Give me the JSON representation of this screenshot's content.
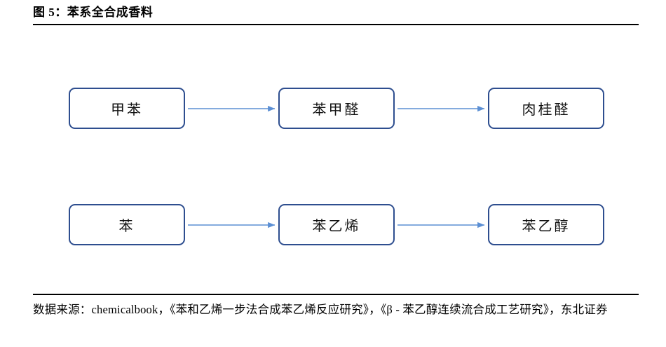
{
  "header": {
    "title": "图 5：苯系全合成香料"
  },
  "colors": {
    "node_border": "#2E4E8F",
    "arrow": "#5B8FD4",
    "rule": "#000000",
    "background": "#FFFFFF",
    "text": "#111111"
  },
  "diagram": {
    "type": "flowchart",
    "rows": [
      {
        "name": "benzaldehyde-route",
        "nodes": [
          {
            "id": "toluene",
            "label": "甲苯"
          },
          {
            "id": "benzaldehyde",
            "label": "苯甲醛"
          },
          {
            "id": "cinnamaldehyde",
            "label": "肉桂醛"
          }
        ],
        "arrows": [
          {
            "from": "toluene",
            "to": "benzaldehyde"
          },
          {
            "from": "benzaldehyde",
            "to": "cinnamaldehyde"
          }
        ]
      },
      {
        "name": "phenethyl-alcohol-route",
        "nodes": [
          {
            "id": "benzene",
            "label": "苯"
          },
          {
            "id": "styrene",
            "label": "苯乙烯"
          },
          {
            "id": "phenethyl-alcohol",
            "label": "苯乙醇"
          }
        ],
        "arrows": [
          {
            "from": "benzene",
            "to": "styrene"
          },
          {
            "from": "styrene",
            "to": "phenethyl-alcohol"
          }
        ]
      }
    ]
  },
  "footer": {
    "source": "数据来源：chemicalbook，《苯和乙烯一步法合成苯乙烯反应研究》，《β - 苯乙醇连续流合成工艺研究》，东北证券"
  }
}
